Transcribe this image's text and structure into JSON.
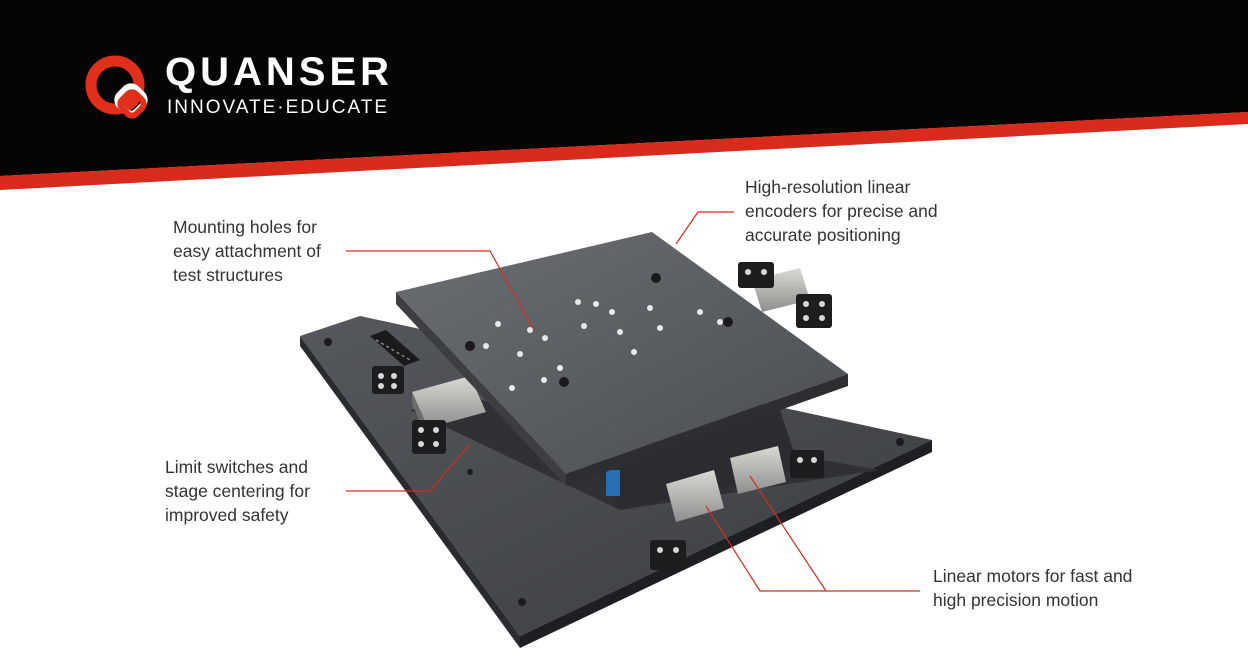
{
  "brand": {
    "name": "QUANSER",
    "tagline": "INNOVATE·EDUCATE",
    "accent_color": "#d92b1c",
    "header_color": "#050505"
  },
  "product": {
    "description": "linear-motor-xy-stage",
    "icon": "xy-stage-image"
  },
  "callouts": {
    "mounting": {
      "lines": [
        "Mounting holes for",
        "easy attachment of",
        "test structures"
      ]
    },
    "encoders": {
      "lines": [
        "High-resolution linear",
        "encoders for precise and",
        "accurate positioning"
      ]
    },
    "limits": {
      "lines": [
        "Limit switches and",
        "stage centering for",
        "improved safety"
      ]
    },
    "motors": {
      "lines": [
        "Linear motors for fast and",
        "high precision motion"
      ]
    }
  }
}
